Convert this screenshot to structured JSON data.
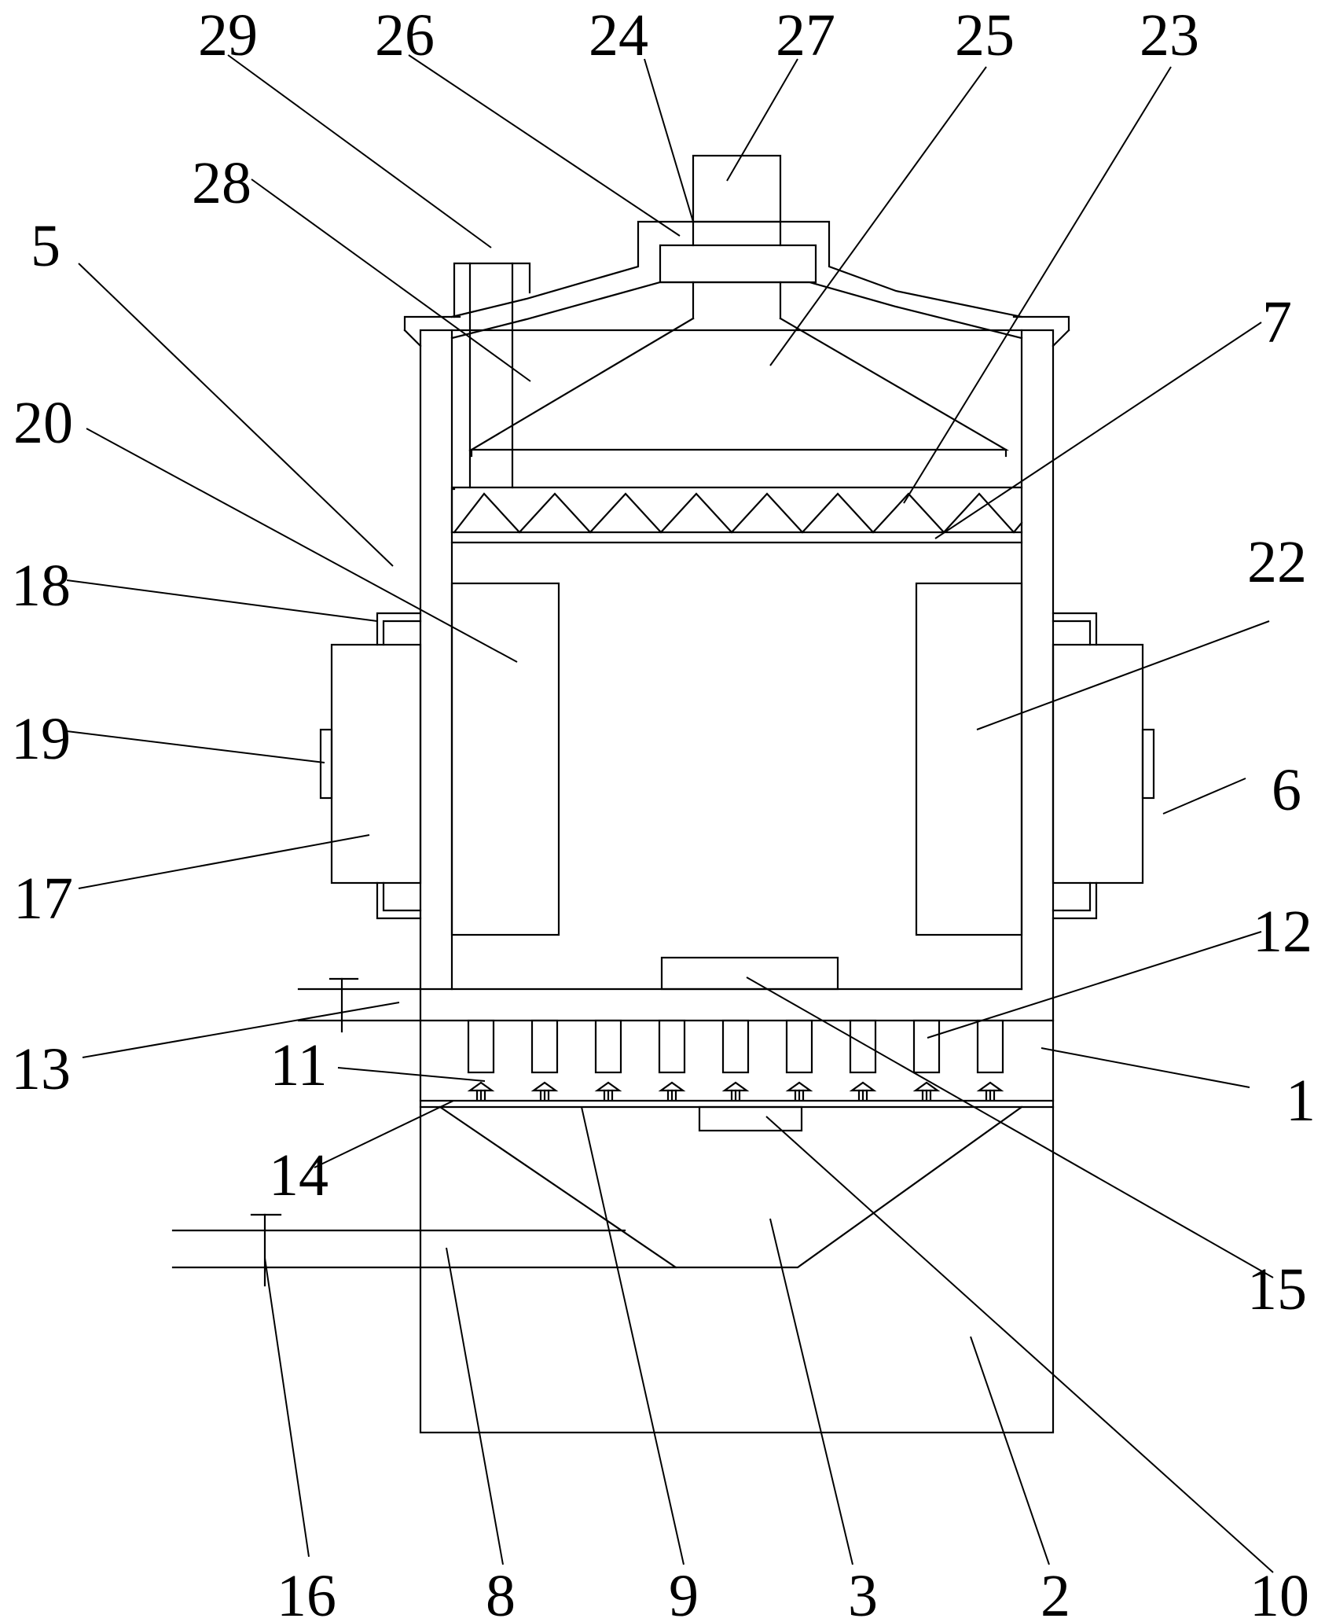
{
  "figure": {
    "callouts": {
      "c1": "1",
      "c2": "2",
      "c3": "3",
      "c5": "5",
      "c6": "6",
      "c7": "7",
      "c8": "8",
      "c9": "9",
      "c10": "10",
      "c11": "11",
      "c12": "12",
      "c13": "13",
      "c14": "14",
      "c15": "15",
      "c16": "16",
      "c17": "17",
      "c18": "18",
      "c19": "19",
      "c20": "20",
      "c22": "22",
      "c23": "23",
      "c24": "24",
      "c25": "25",
      "c26": "26",
      "c27": "27",
      "c28": "28",
      "c29": "29"
    }
  },
  "colors": {
    "line": "#000000",
    "background": "#ffffff"
  }
}
